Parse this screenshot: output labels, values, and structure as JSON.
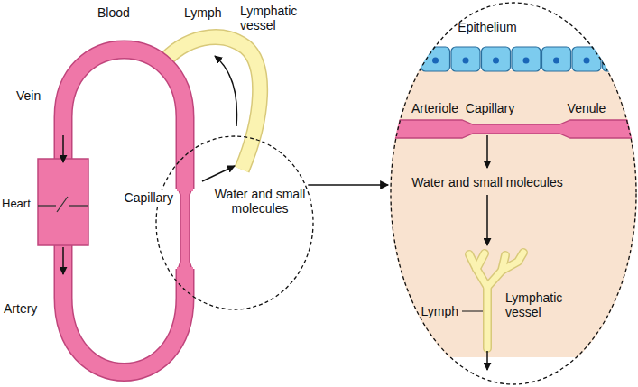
{
  "diagram": {
    "nodes": [
      {
        "text": [
          "Water and small molecules"
        ]
      },
      {
        "text": [
          "Epithelium",
          "Arteriole",
          "Capillary",
          "Venule",
          "Water and small molecules",
          "Lymph",
          "Lymphatic vessel"
        ]
      }
    ],
    "edges": [
      {
        "from": 0,
        "to": 1,
        "arrow": "to"
      }
    ],
    "labels": [
      "Blood",
      "Lymph",
      "Lymphatic vessel",
      "Vein",
      "Heart",
      "Capillary",
      "Artery"
    ]
  }
}
